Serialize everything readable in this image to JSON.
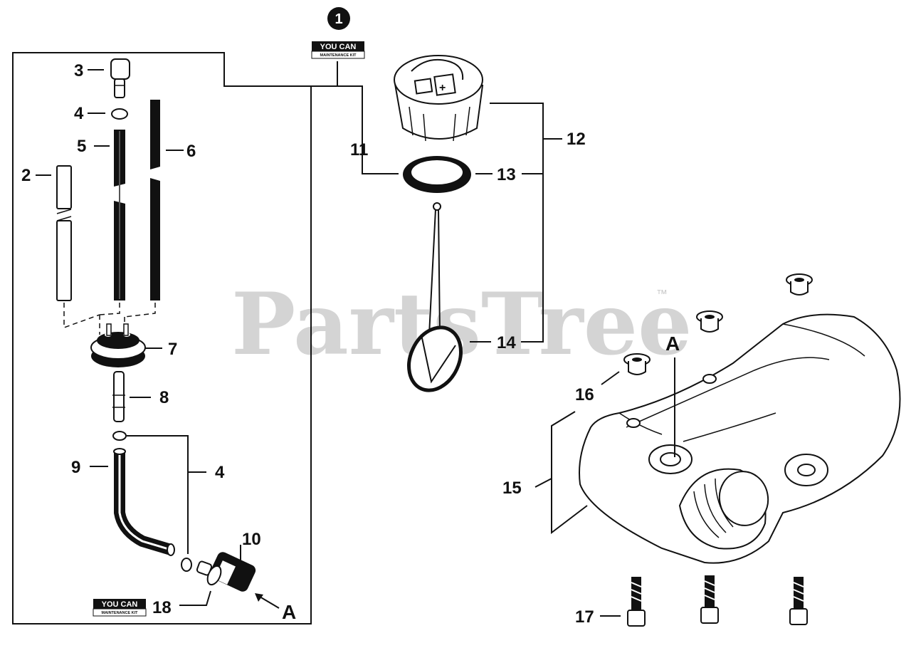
{
  "watermark": {
    "text": "PartsTree",
    "trademark": "™"
  },
  "kit_badge": {
    "number": "1",
    "brand": "YOU CAN",
    "subtitle": "MAINTENANCE KIT"
  },
  "callouts": {
    "c1": "1",
    "c2": "2",
    "c3": "3",
    "c4a": "4",
    "c4b": "4",
    "c5": "5",
    "c6": "6",
    "c7": "7",
    "c8": "8",
    "c9": "9",
    "c10": "10",
    "c11": "11",
    "c12": "12",
    "c13": "13",
    "c14": "14",
    "c15": "15",
    "c16": "16",
    "c17": "17",
    "c18": "18"
  },
  "connectors": {
    "a_left": "A",
    "a_right": "A"
  },
  "icons": {
    "badge": "numbered-circle-badge",
    "kit": "maintenance-kit-logo"
  }
}
